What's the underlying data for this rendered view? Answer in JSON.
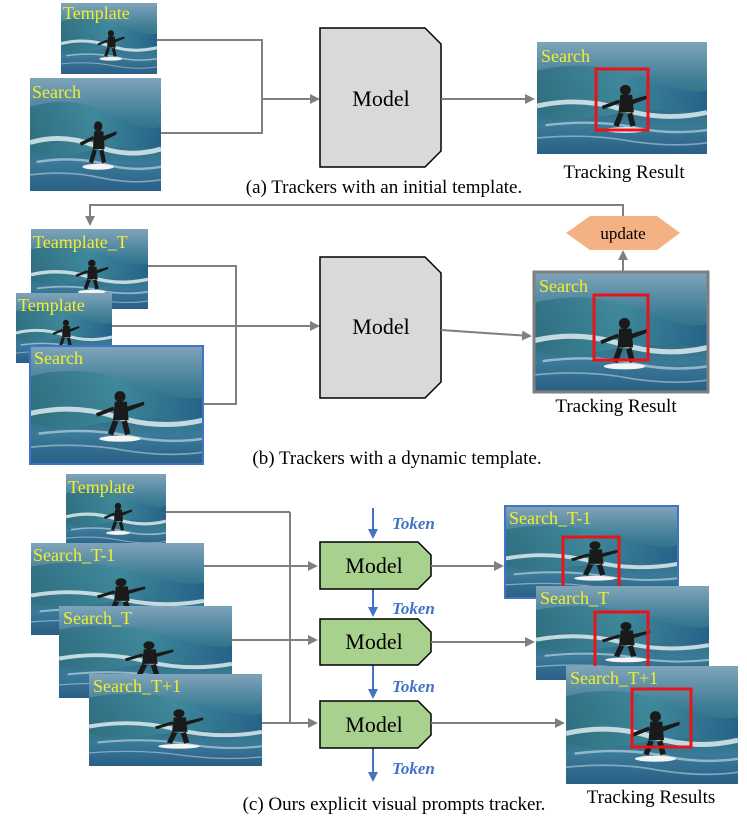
{
  "panel_a": {
    "template_label": "Template",
    "search_label": "Search",
    "model_label": "Model",
    "result_search_label": "Search",
    "result_caption": "Tracking Result",
    "caption": "(a) Trackers with an initial template."
  },
  "panel_b": {
    "dynamic_template_label": "Teamplate_T",
    "template_label": "Template",
    "search_label": "Search",
    "model_label": "Model",
    "update_label": "update",
    "result_search_label": "Search",
    "result_caption": "Tracking Result",
    "caption": "(b) Trackers with a dynamic template."
  },
  "panel_c": {
    "template_label": "Template",
    "inputs": [
      "Search_T-1",
      "Search_T",
      "Search_T+1"
    ],
    "model_label": "Model",
    "token_label": "Token",
    "outputs": [
      "Search_T-1",
      "Search_T",
      "Search_T+1"
    ],
    "result_caption": "Tracking Results",
    "caption": "(c) Ours explicit visual prompts tracker."
  },
  "colors": {
    "model_a_b_fill": "#d9d9d9",
    "model_c_fill": "#a9d18e",
    "token_blue": "#4472c4",
    "update_fill": "#f4b183",
    "box_red": "#e8141a",
    "label_yellow": "#f2ef2a",
    "arrow_gray": "#7f7f7f"
  }
}
